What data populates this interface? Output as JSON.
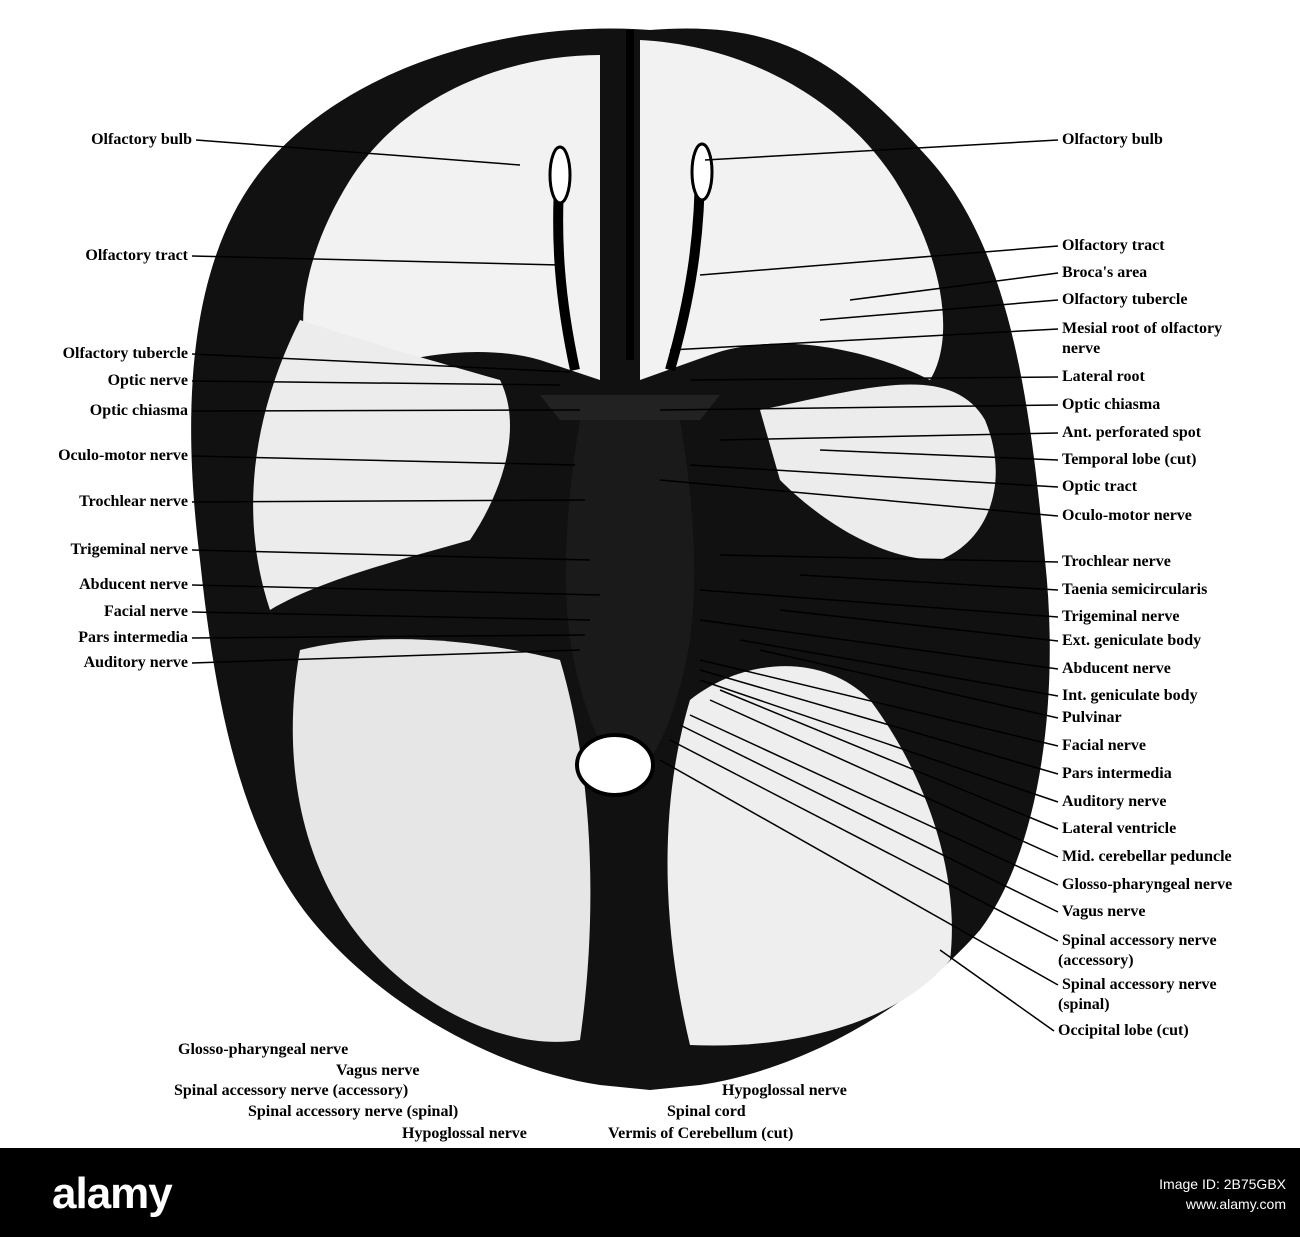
{
  "labels_left": [
    "Olfactory bulb",
    "Olfactory tract",
    "Olfactory tubercle",
    "Optic nerve",
    "Optic chiasma",
    "Oculo-motor nerve",
    "Trochlear nerve",
    "Trigeminal nerve",
    "Abducent nerve",
    "Facial nerve",
    "Pars intermedia",
    "Auditory nerve"
  ],
  "labels_right": [
    "Olfactory bulb",
    "Olfactory tract",
    "Broca's area",
    "Olfactory tubercle",
    "Mesial root of olfactory",
    "nerve",
    "Lateral root",
    "Optic chiasma",
    "Ant. perforated spot",
    "Temporal lobe (cut)",
    "Optic tract",
    "Oculo-motor nerve",
    "Trochlear nerve",
    "Taenia semicircularis",
    "Trigeminal nerve",
    "Ext. geniculate body",
    "Abducent nerve",
    "Int. geniculate body",
    "Pulvinar",
    "Facial nerve",
    "Pars intermedia",
    "Auditory nerve",
    "Lateral ventricle",
    "Mid. cerebellar peduncle",
    "Glosso-pharyngeal nerve",
    "Vagus nerve",
    "Spinal accessory nerve",
    "(accessory)",
    "Spinal accessory nerve",
    "(spinal)",
    "Occipital lobe (cut)"
  ],
  "labels_bottom": [
    "Glosso-pharyngeal nerve",
    "Vagus nerve",
    "Spinal accessory nerve (accessory)",
    "Spinal accessory nerve (spinal)",
    "Hypoglossal nerve",
    "Hypoglossal nerve",
    "Spinal cord",
    "Vermis of Cerebellum (cut)"
  ],
  "footer": {
    "logo": "alamy",
    "image_id": "Image ID: 2B75GBX",
    "site": "www.alamy.com"
  }
}
